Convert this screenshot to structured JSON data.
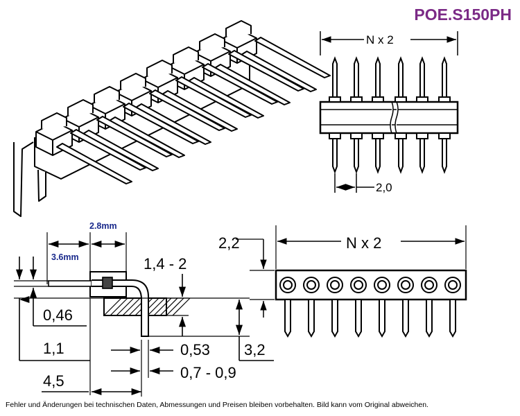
{
  "title": "POE.S150PH",
  "footer": "Fehler und Änderungen bei technischen Daten, Abmessungen und Preisen bleiben vorbehalten. Bild kann vom Original abweichen.",
  "dims": {
    "top_width": "N x 2",
    "top_pitch": "2,0",
    "side_28": "2.8mm",
    "side_36": "3.6mm",
    "d_14_2": "1,4 - 2",
    "d_046": "0,46",
    "d_11": "1,1",
    "d_45": "4,5",
    "d_053": "0,53",
    "d_07_09": "0,7 - 0,9",
    "d_32": "3,2",
    "d_22": "2,2",
    "bottom_width": "N x 2"
  }
}
